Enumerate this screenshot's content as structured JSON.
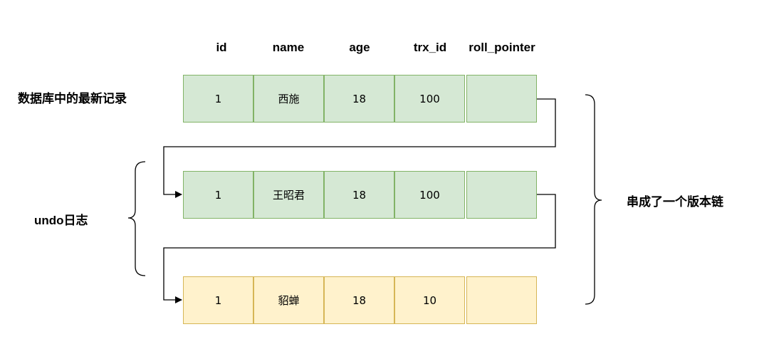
{
  "columns": [
    "id",
    "name",
    "age",
    "trx_id",
    "roll_pointer"
  ],
  "labels": {
    "latest_record": "数据库中的最新记录",
    "undo_log": "undo日志",
    "version_chain": "串成了一个版本链"
  },
  "rows": [
    {
      "role": "latest",
      "cells": [
        "1",
        "西施",
        "18",
        "100",
        ""
      ]
    },
    {
      "role": "undo",
      "cells": [
        "1",
        "王昭君",
        "18",
        "100",
        ""
      ]
    },
    {
      "role": "undo",
      "cells": [
        "1",
        "貂蝉",
        "18",
        "10",
        ""
      ]
    }
  ],
  "colors": {
    "latest_fill": "#d5e8d4",
    "latest_border": "#82b366",
    "undo_green_fill": "#d5e8d4",
    "undo_yellow_fill": "#fff2cc",
    "undo_yellow_border": "#d6b656"
  }
}
